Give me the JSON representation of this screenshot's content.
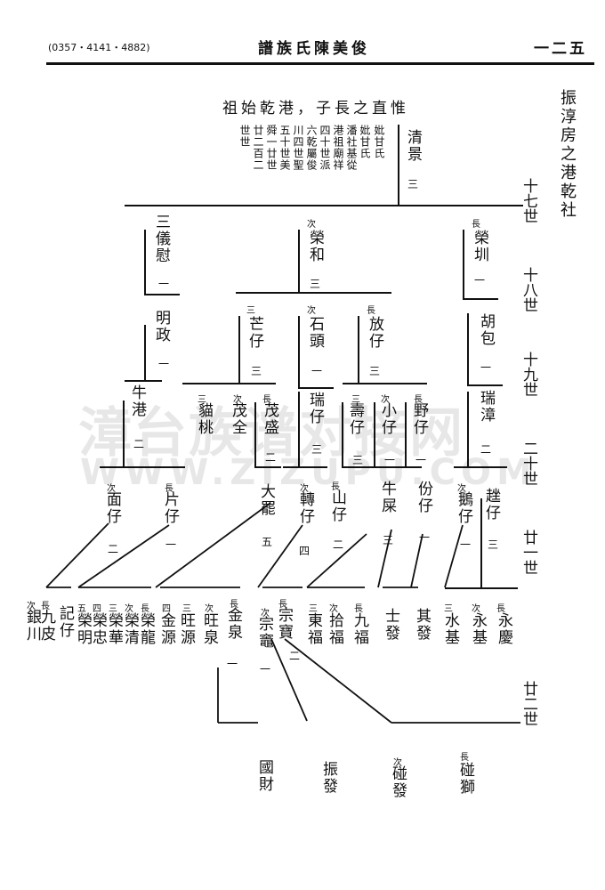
{
  "header": {
    "code": "(0357・4141・4882)",
    "title": "譜族氏陳美俊",
    "page": "一二五"
  },
  "side_title": "振淳房之港乾社",
  "intro": "祖始乾港，子長之直惟",
  "founder": {
    "name": "清景",
    "order": "三",
    "note": [
      "妣甘氏",
      "潘社基從",
      "港祖廟祥",
      "四十世派",
      "六乾屬俊",
      "川四世聖",
      "五十世美",
      "舜一廿世",
      "廿二百二",
      "世世"
    ]
  },
  "gen17": [
    {
      "rank": "長",
      "name": "榮圳",
      "order": "一"
    },
    {
      "rank": "次",
      "name": "榮和",
      "order": "三"
    },
    {
      "rank": "",
      "name": "三儀慰",
      "order": "一"
    }
  ],
  "generations": [
    "十七世",
    "十八世",
    "十九世",
    "二十世",
    "廿一世",
    "廿二世"
  ],
  "gen18": [
    {
      "rank": "",
      "name": "胡包",
      "order": "一"
    },
    {
      "rank": "長",
      "name": "放仔",
      "order": "三"
    },
    {
      "rank": "次",
      "name": "石頭",
      "order": "一"
    },
    {
      "rank": "三",
      "name": "芒仔",
      "order": "三"
    },
    {
      "rank": "",
      "name": "明政",
      "order": "一"
    }
  ],
  "gen19": [
    {
      "rank": "",
      "name": "瑞漳",
      "order": "二"
    },
    {
      "rank": "長",
      "name": "野仔",
      "order": "一"
    },
    {
      "rank": "次",
      "name": "小仔",
      "order": "一"
    },
    {
      "rank": "三",
      "name": "壽仔",
      "order": "三"
    },
    {
      "rank": "",
      "name": "瑞仔",
      "order": "三"
    },
    {
      "rank": "長",
      "name": "茂盛",
      "order": "二"
    },
    {
      "rank": "次",
      "name": "茂全",
      "order": ""
    },
    {
      "rank": "三",
      "name": "貓桃",
      "order": ""
    },
    {
      "rank": "",
      "name": "牛港",
      "order": "二"
    }
  ],
  "gen20": [
    {
      "rank": "",
      "name": "趖仔",
      "order": "三"
    },
    {
      "rank": "次",
      "name": "鵝仔",
      "order": "一"
    },
    {
      "rank": "",
      "name": "份仔",
      "order": "一"
    },
    {
      "rank": "",
      "name": "牛屎",
      "order": "三"
    },
    {
      "rank": "長",
      "name": "山仔",
      "order": "二"
    },
    {
      "rank": "次",
      "name": "轉仔",
      "order": "四"
    },
    {
      "rank": "",
      "name": "大罷",
      "order": "五"
    },
    {
      "rank": "長",
      "name": "片仔",
      "order": "一"
    },
    {
      "rank": "次",
      "name": "面仔",
      "order": "二"
    }
  ],
  "gen21": [
    {
      "rank": "長",
      "name": "永慶"
    },
    {
      "rank": "次",
      "name": "永基"
    },
    {
      "rank": "三",
      "name": "水基"
    },
    {
      "rank": "",
      "name": "其發"
    },
    {
      "rank": "",
      "name": "士發"
    },
    {
      "rank": "長",
      "name": "九福"
    },
    {
      "rank": "次",
      "name": "拾福"
    },
    {
      "rank": "三",
      "name": "東福"
    },
    {
      "rank": "長",
      "name": "宗寶",
      "order": "二"
    },
    {
      "rank": "次",
      "name": "宗竈",
      "order": "一"
    },
    {
      "rank": "長",
      "name": "金泉",
      "order": "一"
    },
    {
      "rank": "次",
      "name": "旺泉"
    },
    {
      "rank": "三",
      "name": "旺源"
    },
    {
      "rank": "四",
      "name": "金源"
    },
    {
      "rank": "長",
      "name": "榮龍"
    },
    {
      "rank": "次",
      "name": "榮清"
    },
    {
      "rank": "三",
      "name": "榮華"
    },
    {
      "rank": "四",
      "name": "榮忠"
    },
    {
      "rank": "五",
      "name": "榮明"
    },
    {
      "rank": "",
      "name": "記仔"
    },
    {
      "rank": "長",
      "name": "九皮"
    },
    {
      "rank": "次",
      "name": "銀川"
    }
  ],
  "gen22": [
    {
      "rank": "長",
      "name": "碰獅"
    },
    {
      "rank": "次",
      "name": "碰發"
    },
    {
      "rank": "",
      "name": "振發"
    },
    {
      "rank": "",
      "name": "國財"
    }
  ],
  "watermark": {
    "cn": "漳台族谱对接网",
    "en": "WWW.ZIZUPU.COM"
  }
}
